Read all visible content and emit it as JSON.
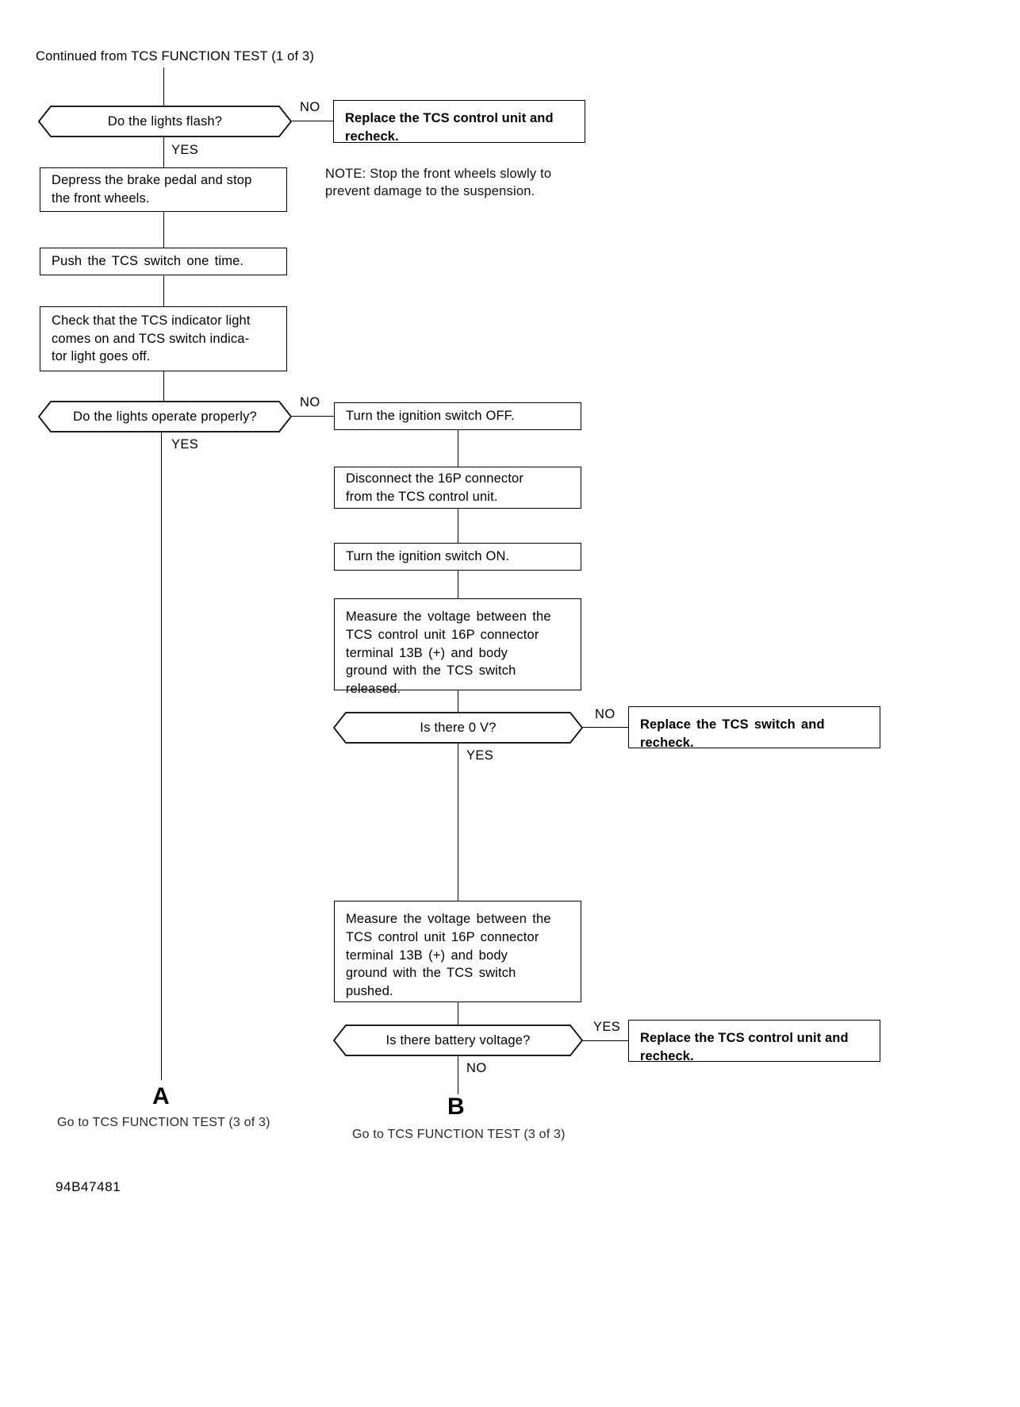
{
  "document": {
    "header": "Continued from TCS FUNCTION TEST (1 of 3)",
    "doc_id": "94B47481",
    "note": "NOTE: Stop the front wheels slowly to\nprevent damage to the suspension."
  },
  "flow": {
    "decision_lights_flash": "Do the lights flash?",
    "decision_lights_operate": "Do the lights operate properly?",
    "decision_zero_volts": "Is there 0 V?",
    "decision_battery_voltage": "Is there battery voltage?",
    "box_replace_control_unit_1": "Replace the TCS control unit and\nrecheck.",
    "box_depress_brake": "Depress the brake pedal and stop\nthe front wheels.",
    "box_push_switch": "Push the TCS switch one time.",
    "box_check_indicator": "Check that the TCS indicator light\ncomes on and TCS switch indica-\ntor light goes off.",
    "box_ignition_off": "Turn the ignition switch OFF.",
    "box_disconnect_16p": "Disconnect the 16P connector\nfrom the TCS control unit.",
    "box_ignition_on": "Turn the ignition switch ON.",
    "box_measure_released": "Measure the voltage between the\nTCS control unit 16P connector\nterminal 13B (+) and body\nground with the TCS switch\nreleased.",
    "box_replace_switch": "Replace the TCS switch and\nrecheck.",
    "box_measure_pushed": "Measure the voltage between the\nTCS control unit 16P connector\nterminal 13B (+) and body\nground with the TCS switch\npushed.",
    "box_replace_control_unit_2": "Replace the TCS control unit and\nrecheck."
  },
  "branches": {
    "no_1": "NO",
    "yes_1": "YES",
    "no_2": "NO",
    "yes_2": "YES",
    "no_3": "NO",
    "yes_3": "YES",
    "yes_4": "YES",
    "no_4": "NO"
  },
  "connectors": {
    "a_letter": "A",
    "a_caption": "Go to TCS FUNCTION TEST (3 of 3)",
    "b_letter": "B",
    "b_caption": "Go to TCS FUNCTION TEST (3 of 3)"
  },
  "colors": {
    "ink": "#000000",
    "paper": "#ffffff"
  }
}
